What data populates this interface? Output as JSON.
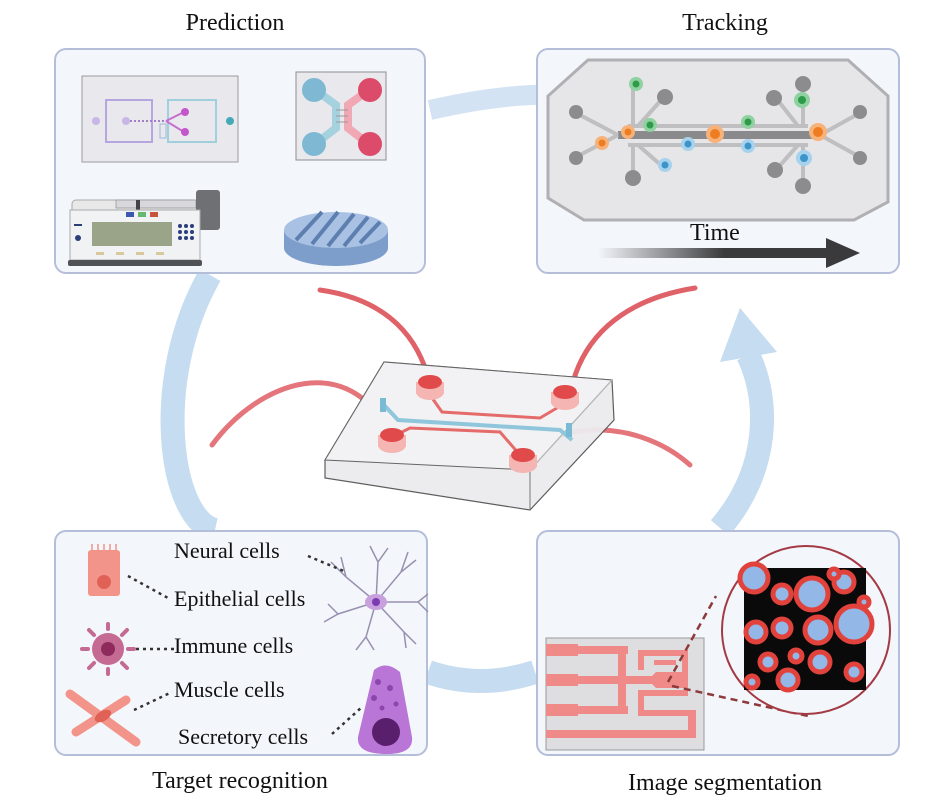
{
  "diagram": {
    "panels": {
      "prediction": {
        "title": "Prediction"
      },
      "tracking": {
        "title": "Tracking",
        "time_label": "Time"
      },
      "target_recognition": {
        "title": "Target recognition",
        "cell_types": [
          "Neural cells",
          "Epithelial cells",
          "Immune cells",
          "Muscle cells",
          "Secretory cells"
        ]
      },
      "image_segmentation": {
        "title": "Image segmentation"
      }
    },
    "colors": {
      "cycle_arrow": "#c6dcf0",
      "panel_border": "#b5bed9",
      "panel_fill": "#f3f6fb",
      "tubing": "#d9474f",
      "channel_pink": "#f08a88",
      "cell_blue": "#93b7e6",
      "cell_red": "#e2423c"
    }
  }
}
